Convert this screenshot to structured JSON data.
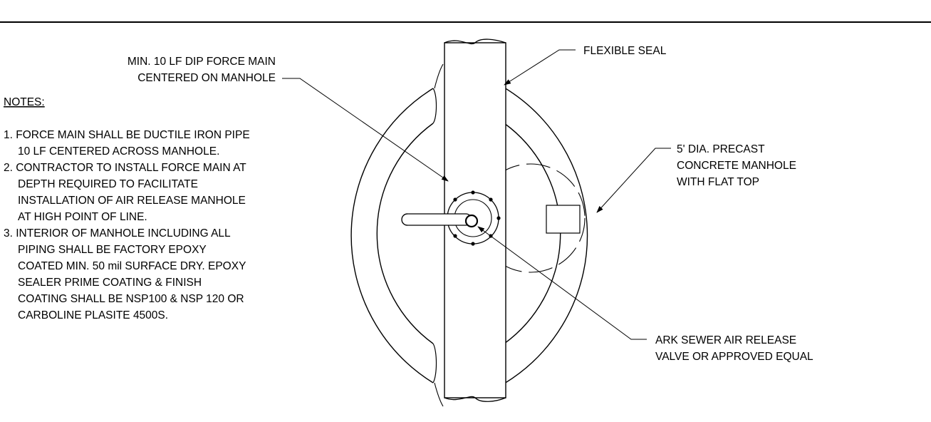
{
  "labels": {
    "force_main": [
      "MIN. 10 LF DIP FORCE MAIN",
      "CENTERED ON MANHOLE"
    ],
    "flexible_seal": "FLEXIBLE SEAL",
    "manhole": [
      "5' DIA. PRECAST",
      "CONCRETE MANHOLE",
      "WITH FLAT TOP"
    ],
    "valve": [
      "ARK SEWER AIR RELEASE",
      "VALVE OR APPROVED EQUAL"
    ]
  },
  "notes": {
    "heading": "NOTES:",
    "lines": [
      "1. FORCE MAIN SHALL BE DUCTILE IRON PIPE",
      "10 LF CENTERED ACROSS MANHOLE.",
      "2. CONTRACTOR TO INSTALL FORCE MAIN AT",
      "DEPTH REQUIRED TO FACILITATE",
      "INSTALLATION OF AIR RELEASE MANHOLE",
      "AT HIGH POINT OF LINE.",
      "3. INTERIOR OF MANHOLE INCLUDING ALL",
      "PIPING SHALL BE FACTORY EPOXY",
      "COATED MIN. 50 mil SURFACE DRY. EPOXY",
      "SEALER PRIME COATING & FINISH",
      "COATING SHALL BE NSP100 & NSP 120 OR",
      "CARBOLINE PLASITE 4500S."
    ]
  }
}
